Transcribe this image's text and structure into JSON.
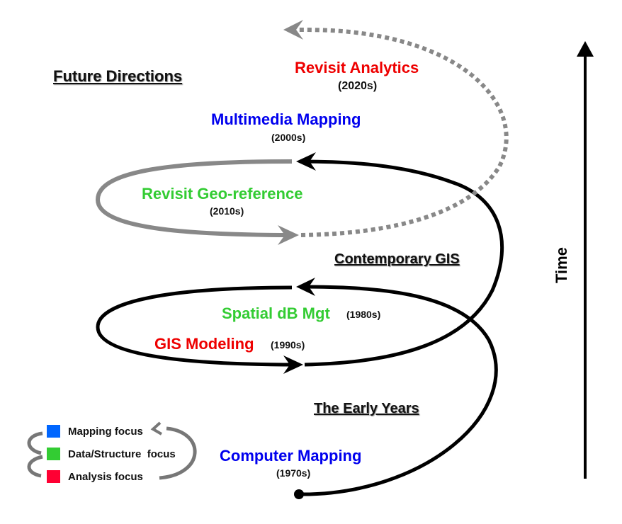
{
  "title": "Future Directions",
  "sections": {
    "contemporary": "Contemporary GIS",
    "early": "The Early Years"
  },
  "axis_label": "Time",
  "stages": [
    {
      "label": "Computer Mapping",
      "period": "(1970s)",
      "color": "#0000ee"
    },
    {
      "label": "Spatial dB Mgt",
      "period": "(1980s)",
      "color": "#33cc33"
    },
    {
      "label": "GIS Modeling",
      "period": "(1990s)",
      "color": "#ee0000"
    },
    {
      "label": "Multimedia Mapping",
      "period": "(2000s)",
      "color": "#0000ee"
    },
    {
      "label": "Revisit Geo-reference",
      "period": "(2010s)",
      "color": "#33cc33"
    },
    {
      "label": "Revisit Analytics",
      "period": "(2020s)",
      "color": "#ee0000"
    }
  ],
  "legend": [
    {
      "label": "Mapping focus",
      "color": "#0066ff"
    },
    {
      "label": "Data/Structure  focus",
      "color": "#33cc33"
    },
    {
      "label": "Analysis focus",
      "color": "#ff0033"
    }
  ]
}
